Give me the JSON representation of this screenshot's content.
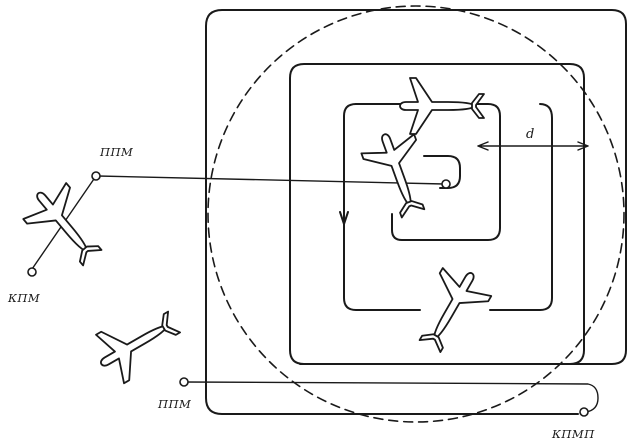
{
  "labels": {
    "ppm_upper": "ППМ",
    "kpm_left": "КПМ",
    "ppm_lower": "ППМ",
    "kpmp": "КПМП",
    "distance": "d"
  }
}
